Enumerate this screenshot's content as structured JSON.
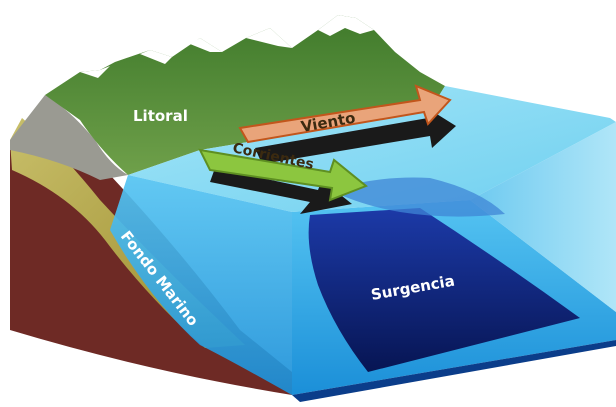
{
  "diagram": {
    "labels": {
      "coast": "Litoral",
      "wind": "Viento",
      "currents": "Corrientes",
      "seabed": "Fondo Marino",
      "upwelling": "Surgencia"
    },
    "colors": {
      "mountain": "#4f8a35",
      "snow": "#ffffff",
      "sea_surface": "#7fd6f2",
      "sea_front": "#2aa6e6",
      "sea_deep": "#0b1f74",
      "seabed_top": "#b8a640",
      "rock": "#6e2a25",
      "wind_arrow": "#e9a47a",
      "current_arrow": "#8cc63f"
    },
    "icons": [
      "wind-arrow",
      "current-arrow"
    ]
  }
}
